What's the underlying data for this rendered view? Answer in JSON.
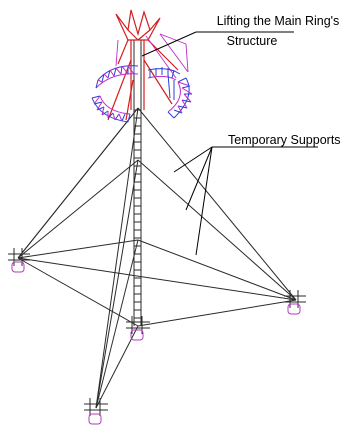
{
  "labels": {
    "main_ring_line1": "Lifting the Main Ring's",
    "main_ring_line2": "Structure",
    "temporary_supports": "Temporary Supports"
  },
  "colors": {
    "background": "#ffffff",
    "lines": "#2a2a2a",
    "mast_red": "#d21e1e",
    "ring_blue": "#2c3fd6",
    "ring_magenta": "#c02ac8",
    "footing": "#b23bbf"
  }
}
